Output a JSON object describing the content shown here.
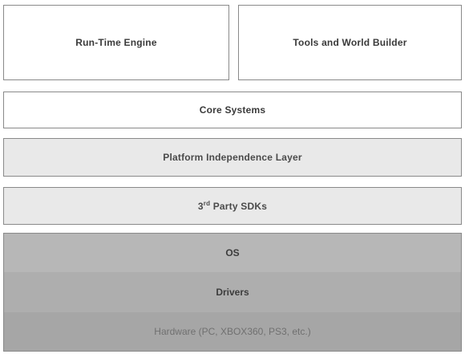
{
  "layers": {
    "runtime_engine": "Run-Time Engine",
    "tools_world_builder": "Tools and World Builder",
    "core_systems": "Core Systems",
    "platform_independence": "Platform Independence Layer",
    "third_party_sdks": {
      "prefix": "3",
      "superscript": "rd",
      "suffix": " Party SDKs"
    },
    "os": "OS",
    "drivers": "Drivers",
    "hardware": "Hardware (PC, XBOX360, PS3, etc.)"
  }
}
